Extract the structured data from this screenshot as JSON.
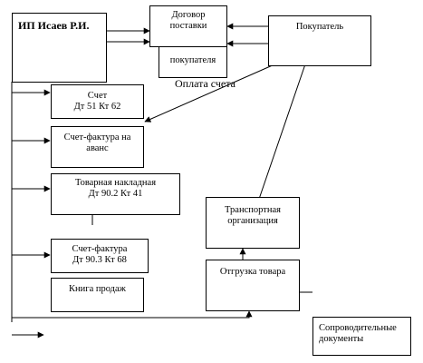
{
  "nodes": {
    "ip": "ИП Исаев Р.И.",
    "contract_l1": "Договор",
    "contract_l2": "поставки",
    "contract_buyer": "покупателя",
    "buyer": "Покупатель",
    "invoice_l1": "Счет",
    "invoice_l2": "Дт 51 Кт 62",
    "advance_l1": "Счет-фактура на",
    "advance_l2": "аванс",
    "waybill_l1": "Товарная накладная",
    "waybill_l2": "Дт 90.2 Кт 41",
    "transport_l1": "Транспортная",
    "transport_l2": "организация",
    "taxinv_l1": "Счет-фактура",
    "taxinv_l2": "Дт 90.3 Кт 68",
    "shipment": "Отгрузка товара",
    "salesbook": "Книга продаж",
    "docs_l1": "Сопроводительные",
    "docs_l2": "документы"
  },
  "labels": {
    "payment": "Оплата счета"
  }
}
